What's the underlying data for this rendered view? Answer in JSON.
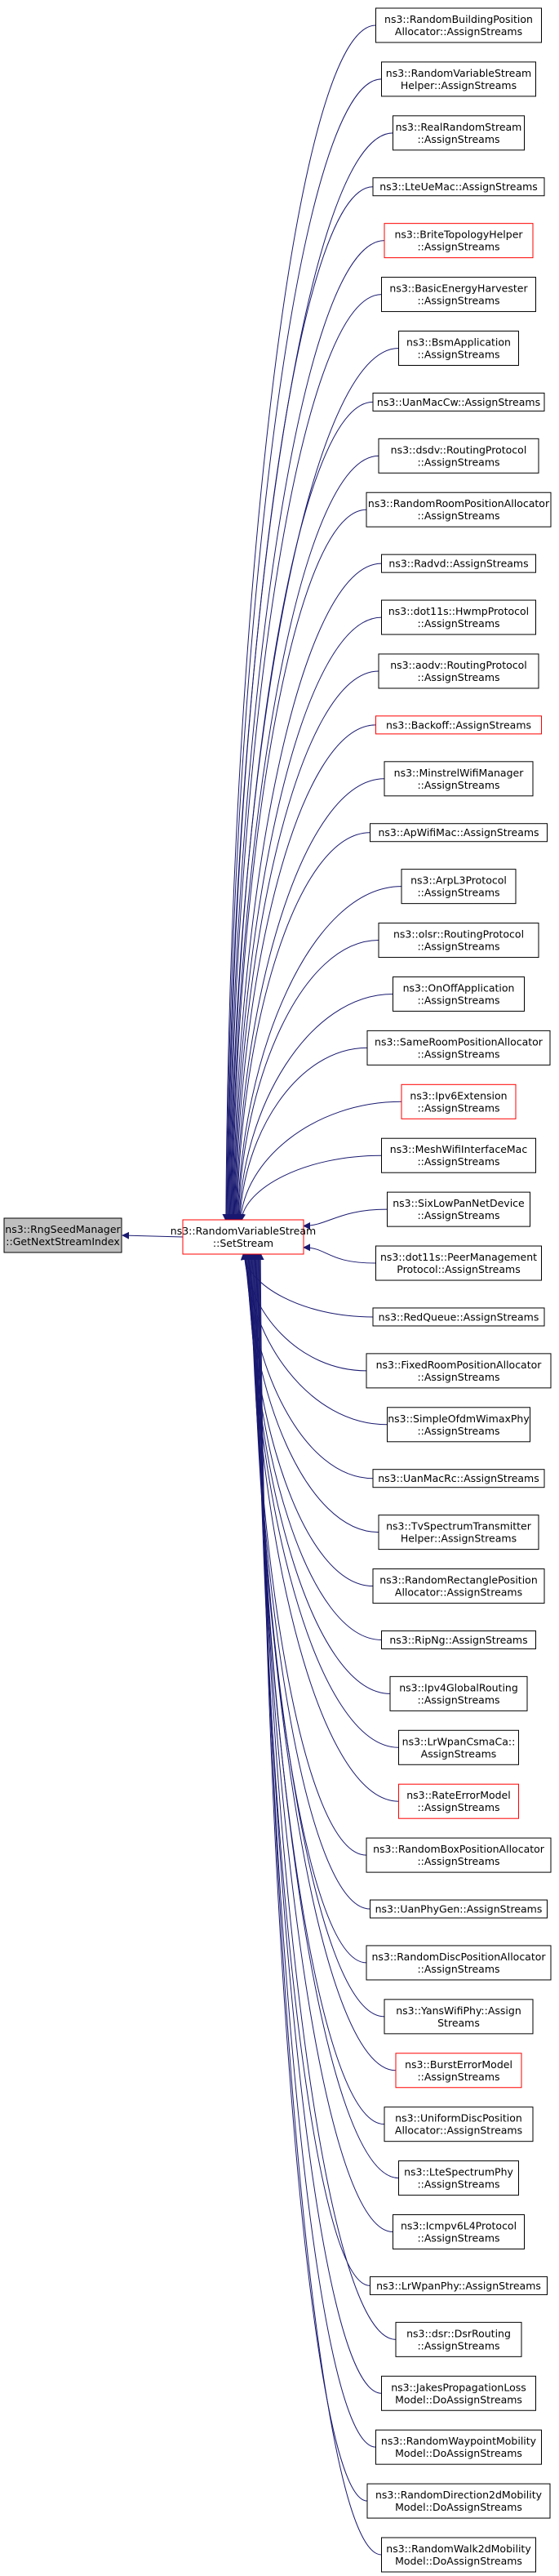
{
  "graph": {
    "colors": {
      "edge": "#191970",
      "node_border": "#000000",
      "node_border_missing": "#ff0000",
      "focus_fill": "#bfbfbf",
      "node_fill": "#ffffff"
    },
    "focus": {
      "lines": [
        "ns3::RngSeedManager",
        "::GetNextStreamIndex"
      ]
    },
    "hub": {
      "lines": [
        "ns3::RandomVariableStream",
        "::SetStream"
      ]
    },
    "callers": [
      {
        "lines": [
          "ns3::RandomBuildingPosition",
          "Allocator::AssignStreams"
        ],
        "missing": false
      },
      {
        "lines": [
          "ns3::RandomVariableStream",
          "Helper::AssignStreams"
        ],
        "missing": false
      },
      {
        "lines": [
          "ns3::RealRandomStream",
          "::AssignStreams"
        ],
        "missing": false
      },
      {
        "lines": [
          "ns3::LteUeMac::AssignStreams"
        ],
        "missing": false
      },
      {
        "lines": [
          "ns3::BriteTopologyHelper",
          "::AssignStreams"
        ],
        "missing": true
      },
      {
        "lines": [
          "ns3::BasicEnergyHarvester",
          "::AssignStreams"
        ],
        "missing": false
      },
      {
        "lines": [
          "ns3::BsmApplication",
          "::AssignStreams"
        ],
        "missing": false
      },
      {
        "lines": [
          "ns3::UanMacCw::AssignStreams"
        ],
        "missing": false
      },
      {
        "lines": [
          "ns3::dsdv::RoutingProtocol",
          "::AssignStreams"
        ],
        "missing": false
      },
      {
        "lines": [
          "ns3::RandomRoomPositionAllocator",
          "::AssignStreams"
        ],
        "missing": false
      },
      {
        "lines": [
          "ns3::Radvd::AssignStreams"
        ],
        "missing": false
      },
      {
        "lines": [
          "ns3::dot11s::HwmpProtocol",
          "::AssignStreams"
        ],
        "missing": false
      },
      {
        "lines": [
          "ns3::aodv::RoutingProtocol",
          "::AssignStreams"
        ],
        "missing": false
      },
      {
        "lines": [
          "ns3::Backoff::AssignStreams"
        ],
        "missing": true
      },
      {
        "lines": [
          "ns3::MinstrelWifiManager",
          "::AssignStreams"
        ],
        "missing": false
      },
      {
        "lines": [
          "ns3::ApWifiMac::AssignStreams"
        ],
        "missing": false
      },
      {
        "lines": [
          "ns3::ArpL3Protocol",
          "::AssignStreams"
        ],
        "missing": false
      },
      {
        "lines": [
          "ns3::olsr::RoutingProtocol",
          "::AssignStreams"
        ],
        "missing": false
      },
      {
        "lines": [
          "ns3::OnOffApplication",
          "::AssignStreams"
        ],
        "missing": false
      },
      {
        "lines": [
          "ns3::SameRoomPositionAllocator",
          "::AssignStreams"
        ],
        "missing": false
      },
      {
        "lines": [
          "ns3::Ipv6Extension",
          "::AssignStreams"
        ],
        "missing": true
      },
      {
        "lines": [
          "ns3::MeshWifiInterfaceMac",
          "::AssignStreams"
        ],
        "missing": false
      },
      {
        "lines": [
          "ns3::SixLowPanNetDevice",
          "::AssignStreams"
        ],
        "missing": false
      },
      {
        "lines": [
          "ns3::dot11s::PeerManagement",
          "Protocol::AssignStreams"
        ],
        "missing": false
      },
      {
        "lines": [
          "ns3::RedQueue::AssignStreams"
        ],
        "missing": false
      },
      {
        "lines": [
          "ns3::FixedRoomPositionAllocator",
          "::AssignStreams"
        ],
        "missing": false
      },
      {
        "lines": [
          "ns3::SimpleOfdmWimaxPhy",
          "::AssignStreams"
        ],
        "missing": false
      },
      {
        "lines": [
          "ns3::UanMacRc::AssignStreams"
        ],
        "missing": false
      },
      {
        "lines": [
          "ns3::TvSpectrumTransmitter",
          "Helper::AssignStreams"
        ],
        "missing": false
      },
      {
        "lines": [
          "ns3::RandomRectanglePosition",
          "Allocator::AssignStreams"
        ],
        "missing": false
      },
      {
        "lines": [
          "ns3::RipNg::AssignStreams"
        ],
        "missing": false
      },
      {
        "lines": [
          "ns3::Ipv4GlobalRouting",
          "::AssignStreams"
        ],
        "missing": false
      },
      {
        "lines": [
          "ns3::LrWpanCsmaCa::",
          "AssignStreams"
        ],
        "missing": false
      },
      {
        "lines": [
          "ns3::RateErrorModel",
          "::AssignStreams"
        ],
        "missing": true
      },
      {
        "lines": [
          "ns3::RandomBoxPositionAllocator",
          "::AssignStreams"
        ],
        "missing": false
      },
      {
        "lines": [
          "ns3::UanPhyGen::AssignStreams"
        ],
        "missing": false
      },
      {
        "lines": [
          "ns3::RandomDiscPositionAllocator",
          "::AssignStreams"
        ],
        "missing": false
      },
      {
        "lines": [
          "ns3::YansWifiPhy::Assign",
          "Streams"
        ],
        "missing": false
      },
      {
        "lines": [
          "ns3::BurstErrorModel",
          "::AssignStreams"
        ],
        "missing": true
      },
      {
        "lines": [
          "ns3::UniformDiscPosition",
          "Allocator::AssignStreams"
        ],
        "missing": false
      },
      {
        "lines": [
          "ns3::LteSpectrumPhy",
          "::AssignStreams"
        ],
        "missing": false
      },
      {
        "lines": [
          "ns3::Icmpv6L4Protocol",
          "::AssignStreams"
        ],
        "missing": false
      },
      {
        "lines": [
          "ns3::LrWpanPhy::AssignStreams"
        ],
        "missing": false
      },
      {
        "lines": [
          "ns3::dsr::DsrRouting",
          "::AssignStreams"
        ],
        "missing": false
      },
      {
        "lines": [
          "ns3::JakesPropagationLoss",
          "Model::DoAssignStreams"
        ],
        "missing": false
      },
      {
        "lines": [
          "ns3::RandomWaypointMobility",
          "Model::DoAssignStreams"
        ],
        "missing": false
      },
      {
        "lines": [
          "ns3::RandomDirection2dMobility",
          "Model::DoAssignStreams"
        ],
        "missing": false
      },
      {
        "lines": [
          "ns3::RandomWalk2dMobility",
          "Model::DoAssignStreams"
        ],
        "missing": false
      }
    ]
  }
}
